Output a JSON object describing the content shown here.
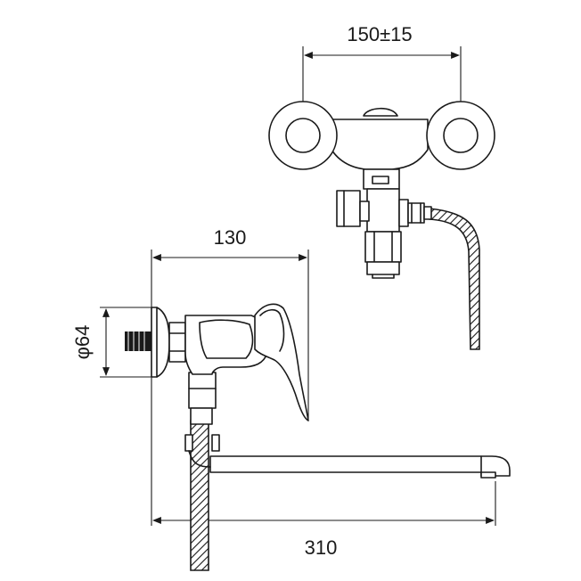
{
  "dimensions": {
    "spacing": "150±15",
    "height": "130",
    "flange_diameter": "φ64",
    "spout_length": "310"
  },
  "colors": {
    "line": "#1a1a1a",
    "background": "#ffffff"
  }
}
